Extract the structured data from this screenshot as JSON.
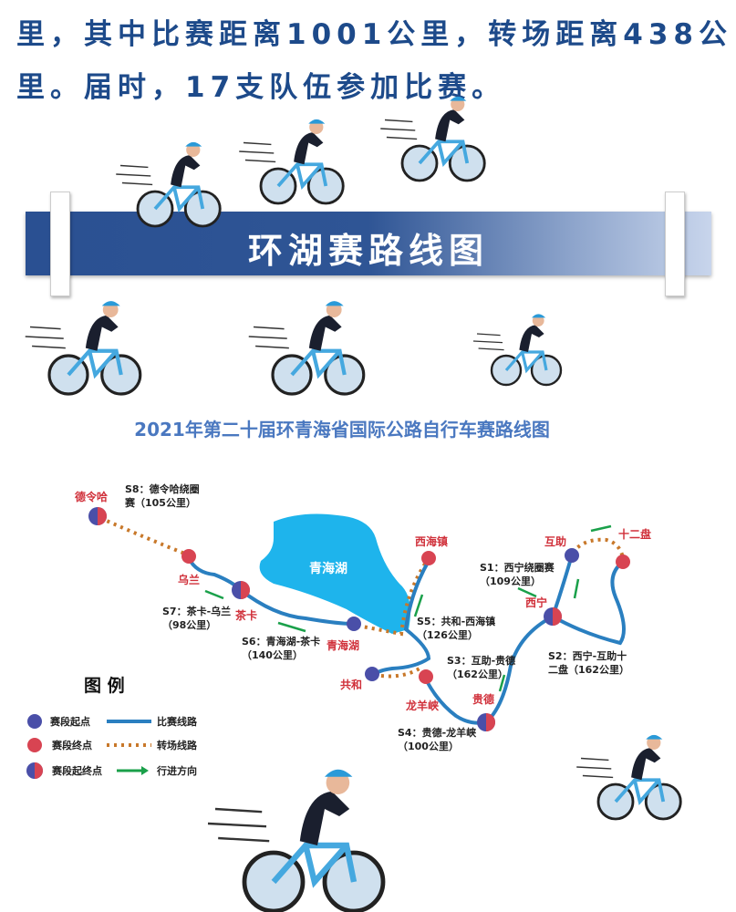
{
  "intro": {
    "line1": "里，其中比赛距离1001公里，转场距离438公",
    "line2": "里。届时，17支队伍参加比赛。"
  },
  "banner": {
    "title": "环湖赛路线图"
  },
  "map": {
    "title": "2021年第二十届环青海省国际公路自行车赛路线图",
    "lake": "青海湖",
    "cities": {
      "delingha": "德令哈",
      "wulan": "乌兰",
      "chaka": "茶卡",
      "qinghaihu": "青海湖",
      "xihaizhen": "西海镇",
      "gonghe": "共和",
      "longyangxia": "龙羊峡",
      "guide": "贵德",
      "xining": "西宁",
      "huzhu": "互助",
      "shierpan": "十二盘"
    },
    "stages": {
      "s1": {
        "name": "S1：西宁绕圈赛",
        "distance": "（109公里）"
      },
      "s2": {
        "name": "S2：西宁-互助十",
        "distance": "二盘（162公里）"
      },
      "s3": {
        "name": "S3：互助-贵德",
        "distance": "（162公里）"
      },
      "s4": {
        "name": "S4：贵德-龙羊峡",
        "distance": "（100公里）"
      },
      "s5": {
        "name": "S5：共和-西海镇",
        "distance": "（126公里）"
      },
      "s6": {
        "name": "S6：青海湖-茶卡",
        "distance": "（140公里）"
      },
      "s7": {
        "name": "S7：茶卡-乌兰",
        "distance": "（98公里）"
      },
      "s8": {
        "name": "S8：德令哈绕圈",
        "distance": "赛（105公里）"
      }
    },
    "legend": {
      "title": "图  例",
      "start": "赛段起点",
      "end": "赛段终点",
      "start_end": "赛段起终点",
      "race_route": "比赛线路",
      "transfer_route": "转场线路",
      "direction": "行进方向"
    },
    "colors": {
      "race": "#2a7fc0",
      "transfer": "#c8782a",
      "arrow": "#1aa04a",
      "start": "#4a4fa8",
      "end": "#d84452",
      "lake": "#1eb4ec"
    }
  }
}
